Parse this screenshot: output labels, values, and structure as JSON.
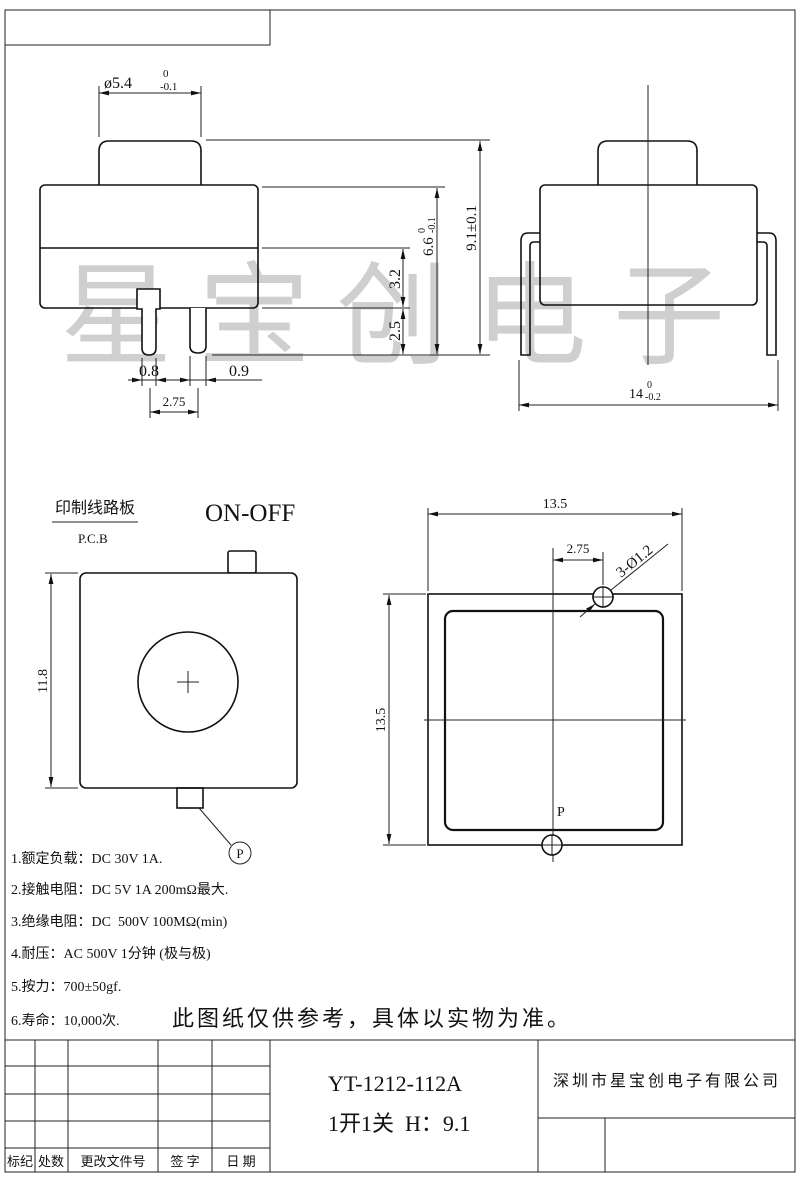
{
  "drawing": {
    "watermark": "星宝创电子"
  },
  "side_view": {
    "cap_diameter": {
      "value": "ø5.4",
      "upper_tol": "0",
      "lower_tol": "-0.1"
    },
    "total_height": "9.1±0.1",
    "body_height": {
      "value": "6.6",
      "upper_tol": "0",
      "lower_tol": "-0.1"
    },
    "upper_section": "3.2",
    "pin_length": "2.5",
    "left_pin_width": "0.8",
    "right_pin_width": "0.9",
    "pin_pitch": "2.75"
  },
  "front_view": {
    "lead_span": {
      "value": "14",
      "upper_tol": "0",
      "lower_tol": "-0.2"
    }
  },
  "pcb_view": {
    "label_cn": "印制线路板",
    "label_en": "P.C.B",
    "title": "ON-OFF",
    "height": "11.8",
    "pin_marker": "P"
  },
  "footprint": {
    "width": "13.5",
    "height": "13.5",
    "hole_offset": "2.75",
    "hole_spec": "3-Ø1.2",
    "pin_marker": "P"
  },
  "notes": [
    "1.额定负载：DC 30V 1A.",
    "2.接触电阻：DC 5V 1A 200mΩ最大.",
    "3.绝缘电阻：DC  500V 100MΩ(min)",
    "4.耐压：AC 500V 1分钟 (极与极)",
    "5.按力：700±50gf.",
    "6.寿命：10,000次."
  ],
  "disclaimer": "此图纸仅供参考，具体以实物为准。",
  "title_block": {
    "revision_headers": [
      "标纪",
      "处数",
      "更改文件号",
      "签 字",
      "日 期"
    ],
    "model": "YT-1212-112A",
    "configuration": "1开1关  H：9.1",
    "company": "深圳市星宝创电子有限公司"
  }
}
